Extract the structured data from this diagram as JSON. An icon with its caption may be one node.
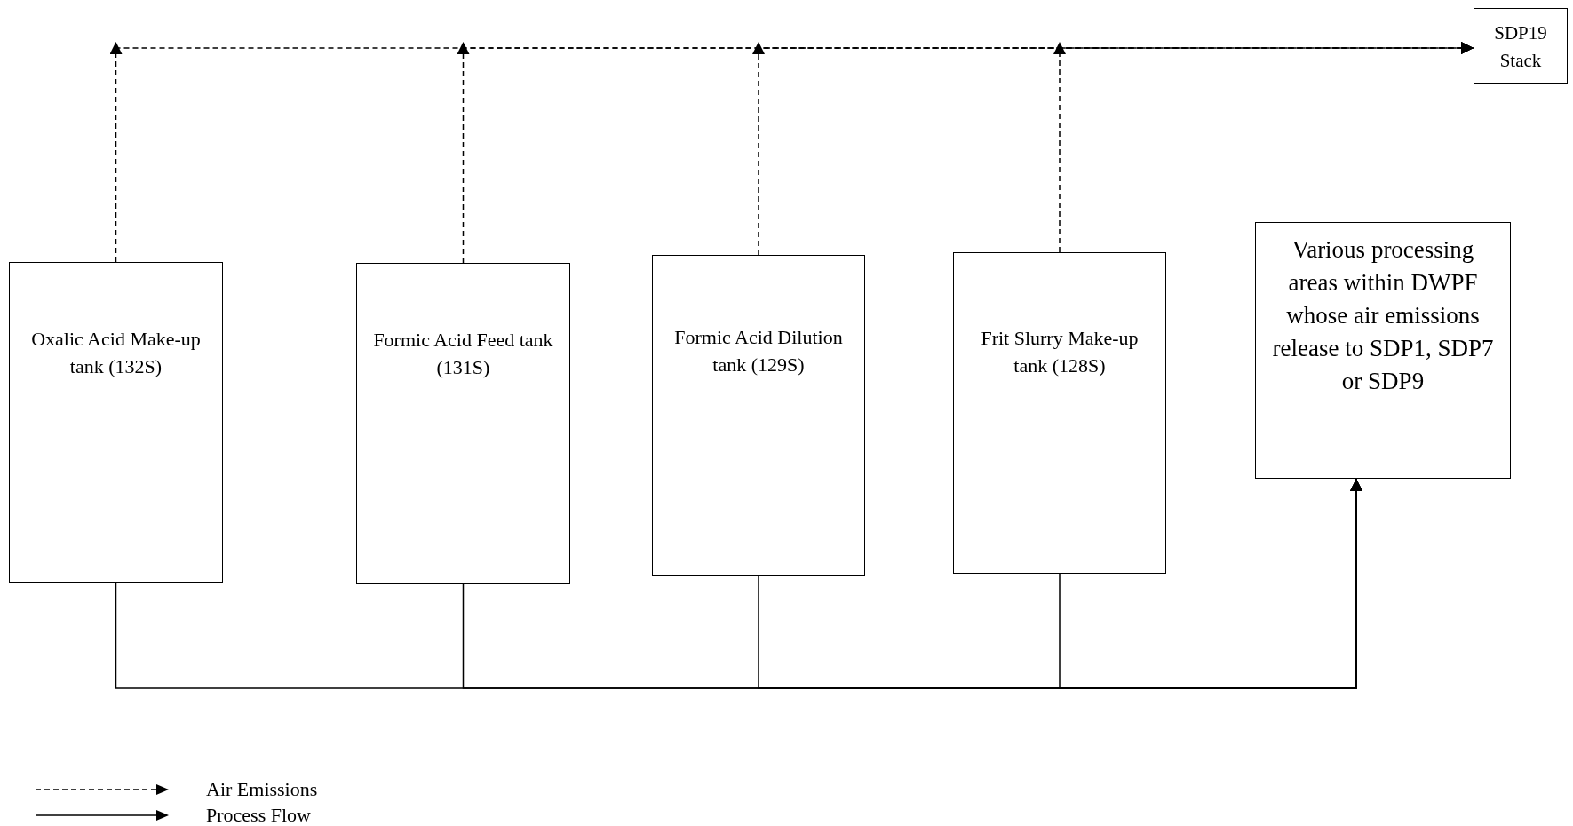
{
  "diagram": {
    "nodes": [
      {
        "text": [
          "Oxalic Acid Make-up tank (132S)"
        ]
      },
      {
        "text": [
          "Formic Acid Feed tank (131S)"
        ]
      },
      {
        "text": [
          "Formic Acid Dilution tank (129S)"
        ]
      },
      {
        "text": [
          "Frit Slurry Make-up tank (128S)"
        ]
      },
      {
        "text": [
          "Various processing areas within DWPF whose air emissions release to SDP1, SDP7 or SDP9"
        ]
      },
      {
        "text": [
          "SDP19 Stack"
        ]
      }
    ],
    "edges": [
      {
        "from": 0,
        "to": 5,
        "arrow": "to",
        "style": "dashed"
      },
      {
        "from": 1,
        "to": 5,
        "arrow": "to",
        "style": "dashed"
      },
      {
        "from": 2,
        "to": 5,
        "arrow": "to",
        "style": "dashed"
      },
      {
        "from": 3,
        "to": 5,
        "arrow": "to",
        "style": "dashed"
      },
      {
        "from": 0,
        "to": 4,
        "arrow": "to"
      },
      {
        "from": 1,
        "to": 4,
        "arrow": "to"
      },
      {
        "from": 2,
        "to": 4,
        "arrow": "to"
      },
      {
        "from": 3,
        "to": 4,
        "arrow": "to"
      }
    ],
    "legend": [
      {
        "text": "Air Emissions"
      },
      {
        "text": "Process Flow"
      }
    ]
  }
}
